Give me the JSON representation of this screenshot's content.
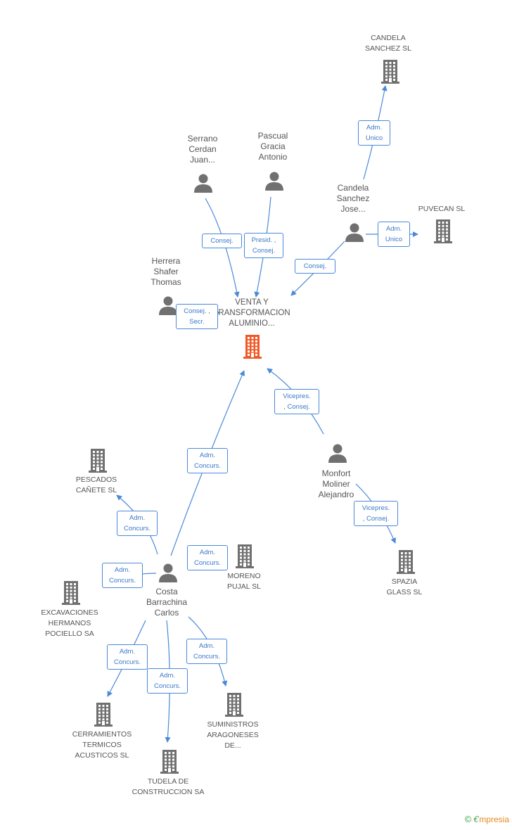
{
  "main_company": {
    "label": "VENTA Y\nTRANSFORMACION\nALUMINIO...",
    "color": "#f05a28"
  },
  "people": [
    {
      "id": "serrano",
      "label": "Serrano\nCerdan\nJuan..."
    },
    {
      "id": "pascual",
      "label": "Pascual\nGracia\nAntonio"
    },
    {
      "id": "candela_j",
      "label": "Candela\nSanchez\nJose..."
    },
    {
      "id": "herrera",
      "label": "Herrera\nShafer\nThomas"
    },
    {
      "id": "monfort",
      "label": "Monfort\nMoliner\nAlejandro"
    },
    {
      "id": "costa",
      "label": "Costa\nBarrachina\nCarlos"
    }
  ],
  "companies": [
    {
      "id": "candela_sl",
      "label": "CANDELA\nSANCHEZ SL"
    },
    {
      "id": "puvecan",
      "label": "PUVECAN SL"
    },
    {
      "id": "pescados",
      "label": "PESCADOS\nCAÑETE SL"
    },
    {
      "id": "moreno",
      "label": "MORENO\nPUJAL SL"
    },
    {
      "id": "spazia",
      "label": "SPAZIA\nGLASS SL"
    },
    {
      "id": "excavaciones",
      "label": "EXCAVACIONES\nHERMANOS\nPOCIELLO SA"
    },
    {
      "id": "ceramientos",
      "label": "CERRAMIENTOS\nTERMICOS\nACUSTICOS SL"
    },
    {
      "id": "suministros",
      "label": "SUMINISTROS\nARAGONESES\nDE..."
    },
    {
      "id": "tudela",
      "label": "TUDELA DE\nCONSTRUCCION SA"
    }
  ],
  "relations": [
    {
      "id": "r1",
      "label": "Adm.\nUnico"
    },
    {
      "id": "r2",
      "label": "Adm.\nUnico"
    },
    {
      "id": "r3",
      "label": "Consej."
    },
    {
      "id": "r4",
      "label": "Presid. ,\nConsej."
    },
    {
      "id": "r5",
      "label": "Consej."
    },
    {
      "id": "r6",
      "label": "Consej. ,\nSecr."
    },
    {
      "id": "r7",
      "label": "Vicepres.\n, Consej."
    },
    {
      "id": "r8",
      "label": "Adm.\nConcurs."
    },
    {
      "id": "r9",
      "label": "Adm.\nConcurs."
    },
    {
      "id": "r10",
      "label": "Vicepres.\n, Consej."
    },
    {
      "id": "r11",
      "label": "Adm.\nConcurs."
    },
    {
      "id": "r12",
      "label": "Adm.\nConcurs."
    },
    {
      "id": "r13",
      "label": "Adm.\nConcurs."
    },
    {
      "id": "r14",
      "label": "Adm.\nConcurs."
    },
    {
      "id": "r15",
      "label": "Adm.\nConcurs."
    }
  ],
  "colors": {
    "edge": "#4a89d8",
    "node_gray": "#707070",
    "main": "#f05a28"
  },
  "footer": {
    "copyright_symbol": "©",
    "brand_initial": "€",
    "brand_rest": "mpresia"
  }
}
